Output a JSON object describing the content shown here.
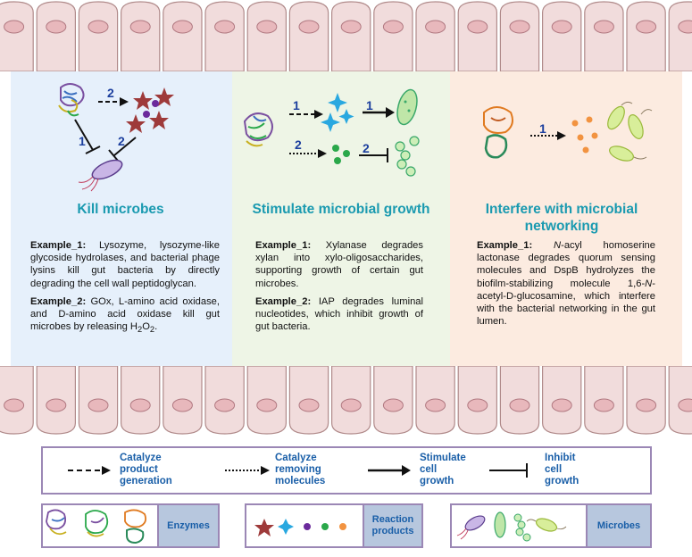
{
  "panels": [
    {
      "title": "Kill microbes",
      "example1_label": "Example_1:",
      "example1_text": "Lysozyme, lysozyme-like glycoside hydrolases, and bacterial phage lysins kill gut bacteria by directly degrading the cell wall peptidoglycan.",
      "example2_label": "Example_2:",
      "example2_text_a": "GOx, L-amino acid oxidase, and D-amino acid oxidase kill gut microbes by releasing H",
      "example2_sub1": "2",
      "example2_text_b": "O",
      "example2_sub2": "2",
      "example2_text_c": ".",
      "arrow_labels": [
        "2",
        "1",
        "2"
      ]
    },
    {
      "title": "Stimulate microbial growth",
      "example1_label": "Example_1:",
      "example1_text": "Xylanase degrades xylan into xylo-oligosaccharides, supporting growth of certain gut microbes.",
      "example2_label": "Example_2:",
      "example2_text": "IAP degrades luminal nucleotides, which inhibit growth of gut bacteria.",
      "arrow_labels": [
        "1",
        "1",
        "2",
        "2"
      ]
    },
    {
      "title": "Interfere with microbial networking",
      "example1_label": "Example_1:",
      "example1_text_a": "N",
      "example1_text_b": "-acyl homoserine lactonase degrades quorum sensing molecules and DspB hydrolyzes the biofilm-stabilizing molecule 1,6-",
      "example1_text_c": "N",
      "example1_text_d": "-acetyl-D-glucosamine, which interfere with the bacterial networking in the gut lumen.",
      "arrow_labels": [
        "1"
      ]
    }
  ],
  "legend": {
    "items": [
      {
        "label": "Catalyze product generation"
      },
      {
        "label": "Catalyze removing molecules"
      },
      {
        "label": "Stimulate cell growth"
      },
      {
        "label": "Inhibit cell growth"
      }
    ],
    "enzymes_tag": "Enzymes",
    "products_tag": "Reaction products",
    "microbes_tag": "Microbes"
  },
  "colors": {
    "title": "#1a9ab0",
    "panel1_bg": "#e6f0fb",
    "panel2_bg": "#eef5e6",
    "panel3_bg": "#fcebe0",
    "epithelium": "#f1dcdc",
    "star": "#9e3a3a",
    "sparkle": "#29a8e0",
    "purple_dot": "#6b2a9c",
    "green_dot": "#2aa84a",
    "orange_dot": "#f29340",
    "arrow_num": "#1c3f9e"
  }
}
